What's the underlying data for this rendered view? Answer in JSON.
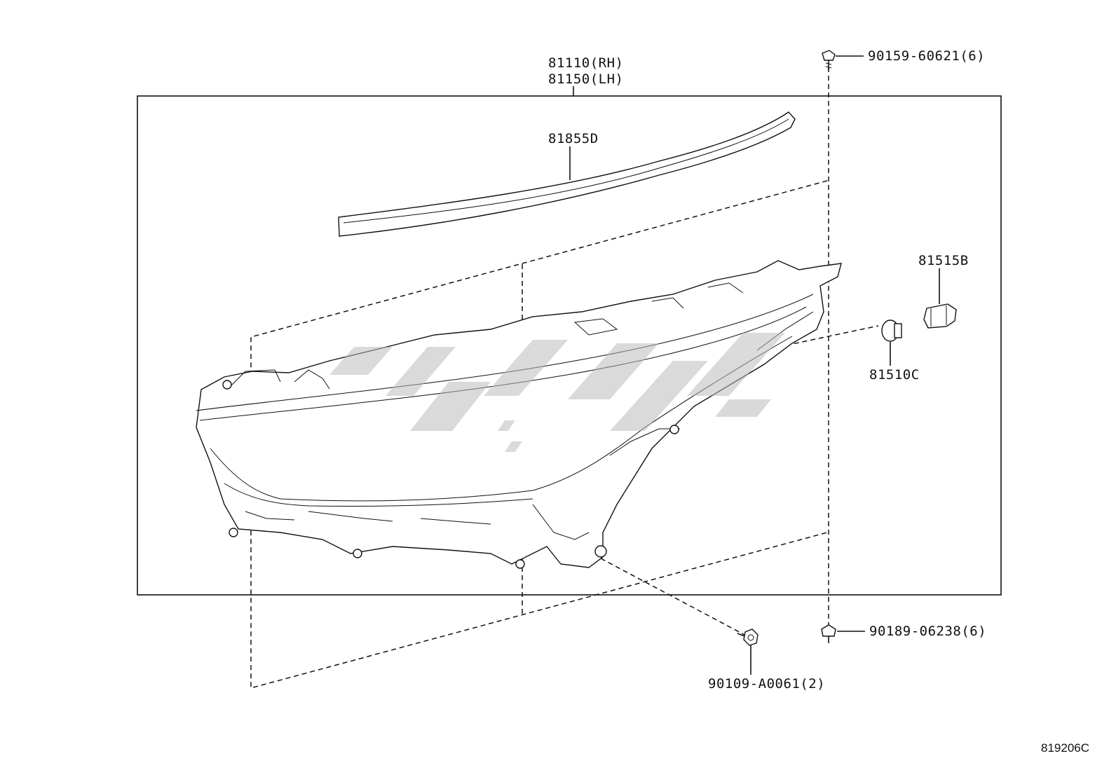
{
  "assembly": {
    "part_rh": "81110(RH)",
    "part_lh": "81150(LH)"
  },
  "parts": {
    "garnish": "81855D",
    "socket": "81515B",
    "bulb": "81510C",
    "screw_top": "90159-60621(6)",
    "screw_bottom": "90189-06238(6)",
    "bolt": "90109-A0061(2)"
  },
  "figure_code": "819206C",
  "icons": {
    "screw": "screw-icon",
    "bolt": "bolt-icon",
    "bulb": "bulb-icon",
    "socket": "socket-icon",
    "headlamp": "headlamp-assembly-icon",
    "watermark": "watermark-logo"
  }
}
